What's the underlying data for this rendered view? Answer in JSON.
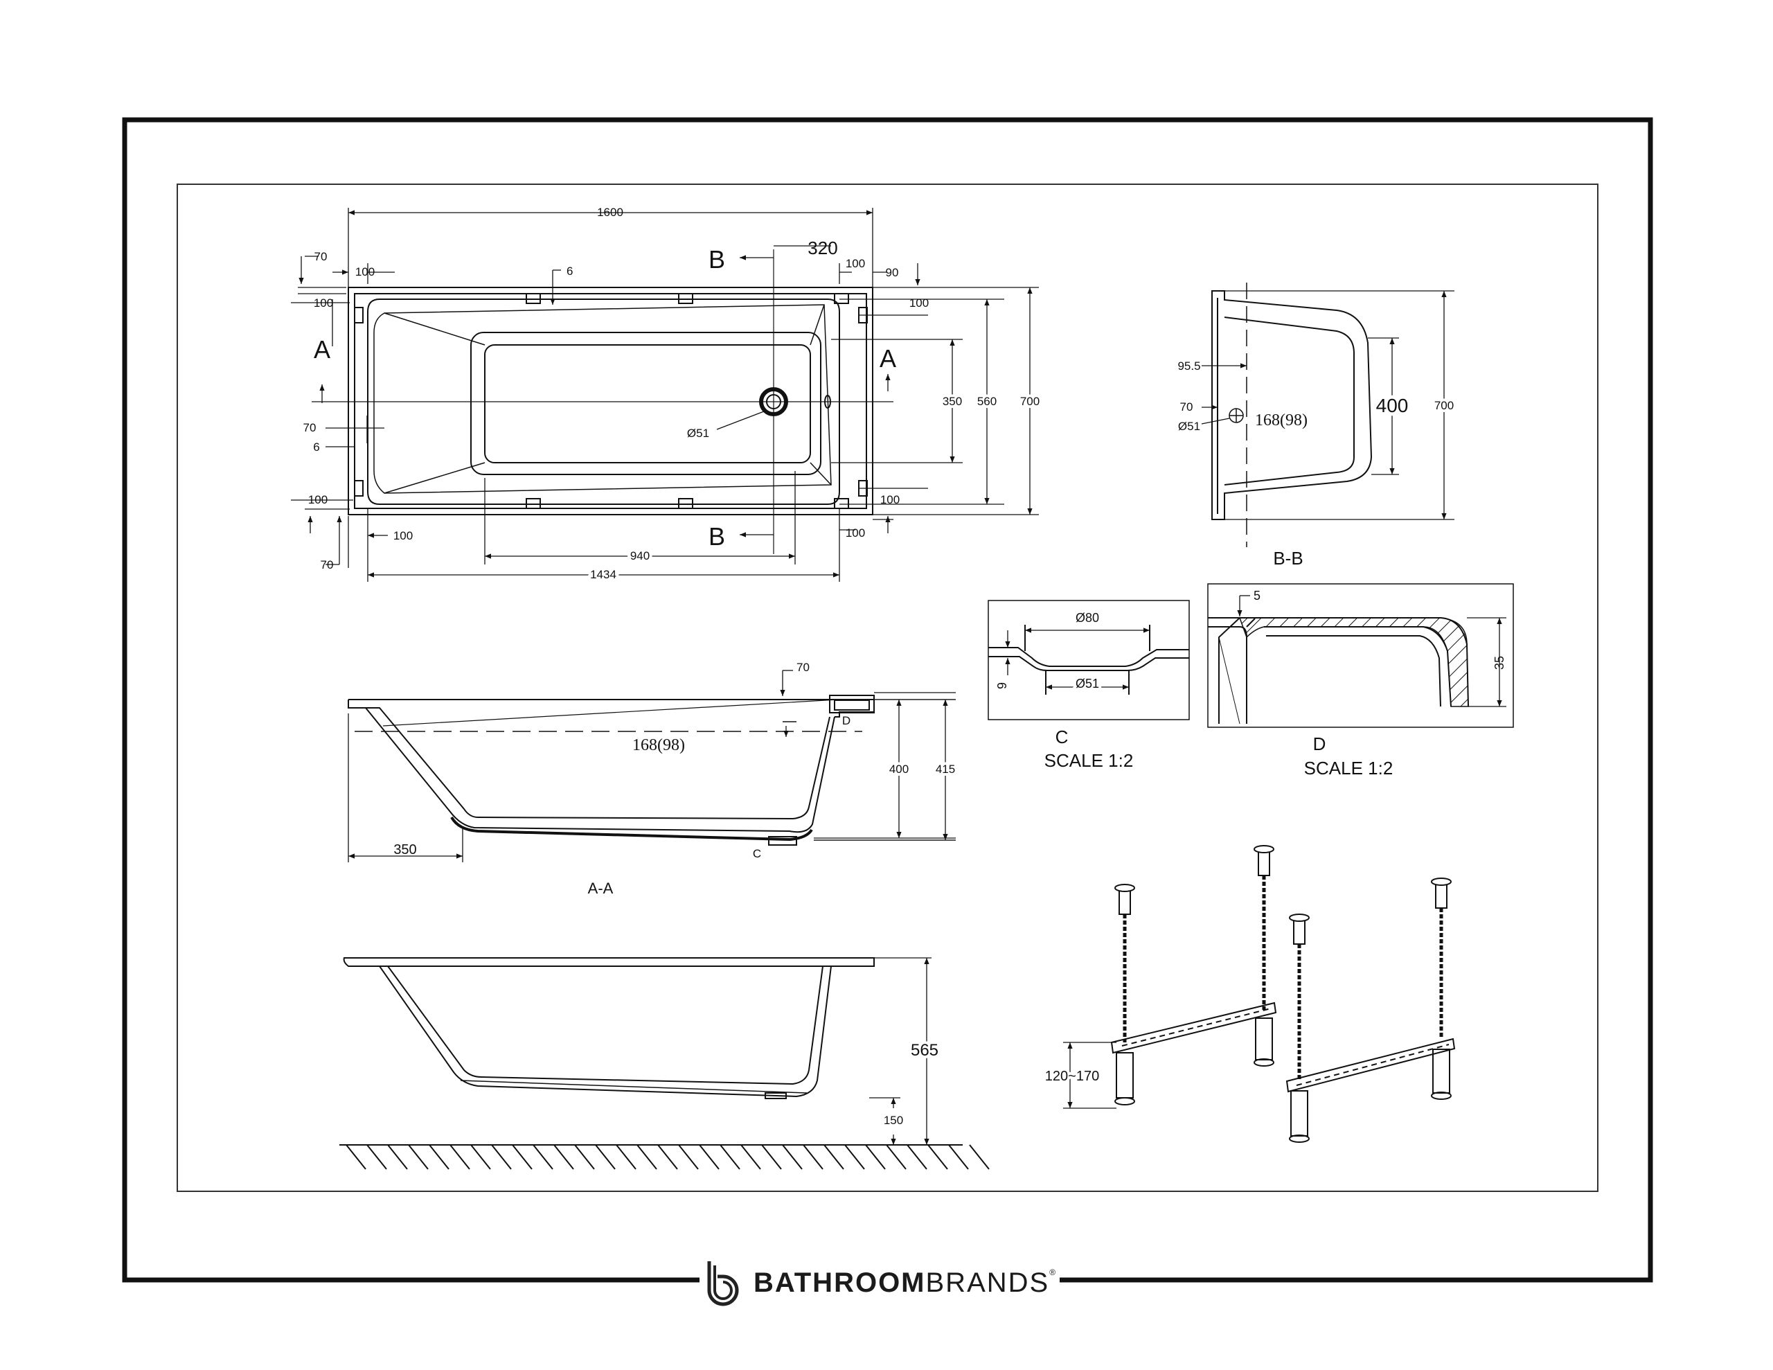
{
  "dimensions": {
    "plan": {
      "overall_length": "1600",
      "b_offset": "320",
      "d100_tl": "100",
      "d100_tr": "100",
      "d90": "90",
      "d6_top": "6",
      "d70_tl": "70",
      "d100_left_top": "100",
      "d100_right_top": "100",
      "d70_left": "70",
      "d6_left": "6",
      "d100_left_bottom": "100",
      "d100_right_bottom": "100",
      "d100_bl": "100",
      "d100_br": "100",
      "d70_bl": "70",
      "d350": "350",
      "d560": "560",
      "d700": "700",
      "drain_dia": "Ø51",
      "d940": "940",
      "d1434": "1434"
    },
    "bb": {
      "d95_5": "95.5",
      "d70": "70",
      "d51": "Ø51",
      "d168": "168(98)",
      "d400": "400",
      "d700": "700"
    },
    "c": {
      "d80": "Ø80",
      "d51": "Ø51",
      "d9": "9"
    },
    "d": {
      "d5": "5",
      "d35": "35"
    },
    "aa": {
      "d70": "70",
      "d168": "168(98)",
      "d400": "400",
      "d415": "415",
      "d350": "350"
    },
    "side": {
      "d565": "565",
      "d150": "150"
    },
    "legs": {
      "d120_170": "120~170"
    }
  },
  "labels": {
    "section_a": "A",
    "section_b": "B",
    "bb_title": "B-B",
    "aa_title": "A-A",
    "c_letter": "C",
    "c_scale": "SCALE 1:2",
    "d_letter": "D",
    "d_scale": "SCALE 1:2",
    "c_marker": "C",
    "d_marker": "D"
  },
  "brand": {
    "name_bold": "BATHROOM",
    "name_light": "BRANDS",
    "registered": "®"
  }
}
